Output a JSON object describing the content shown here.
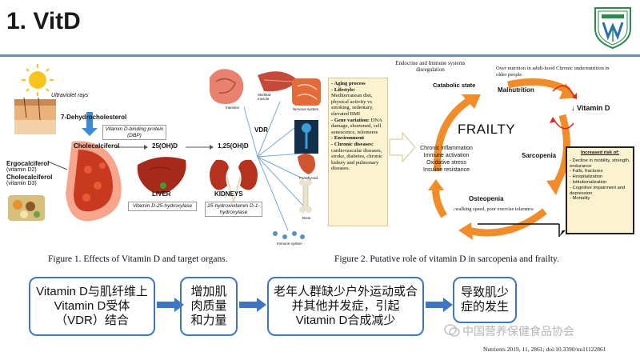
{
  "title": "1. VitD",
  "figure1": {
    "ultraviolet_rays": "Ultraviolet rays",
    "dehydrocholesterol": "7-Dehydrocholesterol",
    "vdbp": "Vitamin D-binding protein (DBP)",
    "cholecalciferol": "Cholecalciferol",
    "ergocalciferol": "Ergocalciferol",
    "vitamin_d2": "(vitamin D2)",
    "cholecalciferol_food": "Cholecalciferol",
    "vitamin_d3": "(vitamin D3)",
    "ohd25": "25(OH)D",
    "ohd125": "1,25(OH)D",
    "liver": "LIVER",
    "kidneys": "KIDNEYS",
    "liver_enzyme": "Vitamin D-25-hydroxylase",
    "kidney_enzyme": "25-hydroxivitamin D-1-hydroxylase",
    "vdr": "VDR",
    "targets": [
      "Intestine",
      "Skeletal-muscle",
      "Nervous system",
      "Parathyroid",
      "Bone",
      "Immune system"
    ],
    "caption": "Figure 1. Effects of Vitamin D and target organs."
  },
  "figure2": {
    "endocrine": "Endocrine and Immune systems disregulation",
    "catabolic": "Catabolic state",
    "malnutrition_note": "Over nutrition in adult-hood Chronic undernutrition in older people",
    "malnutrition": "Malnutrition",
    "vitamin_d": "↓ Vitamin D",
    "frailty": "FRAILTY",
    "sarcopenia": "Sarcopenia",
    "osteopenia": "Osteopenia",
    "walking": "↓walking speed, poor exercise tolerance",
    "inflammation": [
      "Chronic inflammation",
      "Immune activation",
      "Oxidative stress",
      "Insuline resistance"
    ],
    "factors": [
      {
        "head": "- Aging process",
        "body": ""
      },
      {
        "head": "- Lifestyle:",
        "body": "Mediterranean diet, physical activity vs smoking, sedentary, elevated BMI"
      },
      {
        "head": "- Gene variation:",
        "body": "DNA damage, shortened, cell senescence, telomeres"
      },
      {
        "head": "- Environment",
        "body": ""
      },
      {
        "head": "- Chronic diseases:",
        "body": "cardiovascular diseases, stroke, diabetes, chronic kidney and pulmonary diseases."
      }
    ],
    "risk_title": "Increased risk of:",
    "risks": [
      "Decline in mobility, strength, endurance",
      "Falls, fractures",
      "Hospitalization",
      "Istitutionalization",
      "Cognitive impairment and depression",
      "Mortality"
    ],
    "caption": "Figure 2. Putative role of vitamin D in sarcopenia and frailty."
  },
  "flow": [
    "Vitamin D与肌纤维上Vitamin D受体（VDR）结合",
    "增加肌肉质量和力量",
    "老年人群缺少户外运动或合并其他并发症，引起Vitamin D合成减少",
    "导致肌少症的发生"
  ],
  "watermark": "中国营养保健食品协会",
  "citation": "Nutrients 2019, 11, 2861; doi:10.3390/nu11122861",
  "colors": {
    "accent": "#3d77c4",
    "divider": "#6e8fae",
    "cycle": "#f28c28",
    "info_bg": "#fbf2d0"
  }
}
